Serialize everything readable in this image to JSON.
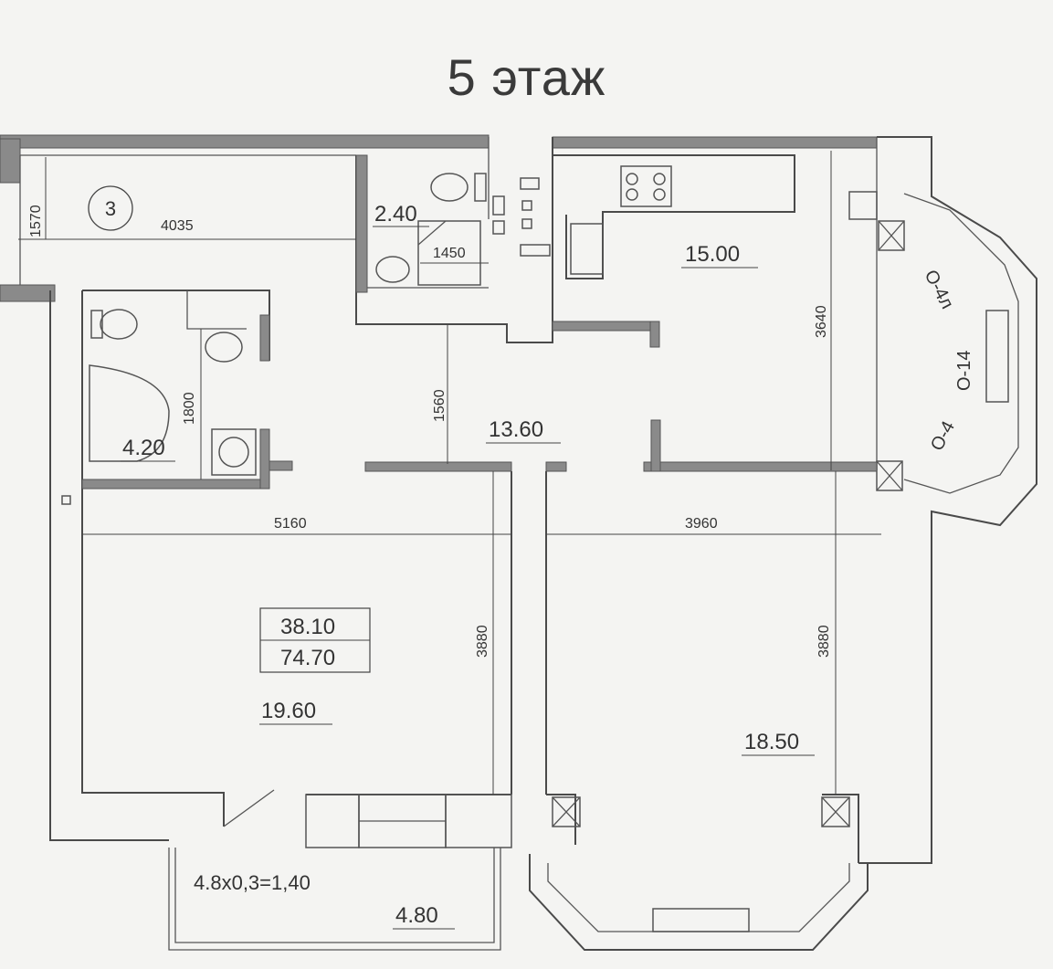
{
  "title": "5 этаж",
  "apartment_number": "3",
  "rooms": {
    "bathroom_small": "2.40",
    "kitchen": "15.00",
    "bathroom_large": "4.20",
    "hall": "13.60",
    "room_left": "19.60",
    "room_right": "18.50",
    "living_area": "38.10",
    "total_area": "74.70",
    "balcony_calc": "4.8x0,3=1,40",
    "balcony_len": "4.80"
  },
  "dimensions": {
    "d1570": "1570",
    "d4035": "4035",
    "d1450": "1450",
    "d3640": "3640",
    "d1560": "1560",
    "d1800": "1800",
    "d5160": "5160",
    "d3960": "3960",
    "d3880_left": "3880",
    "d3880_right": "3880"
  },
  "window_marks": {
    "w1": "O-4л",
    "w2": "O-14",
    "w3": "O-4"
  }
}
